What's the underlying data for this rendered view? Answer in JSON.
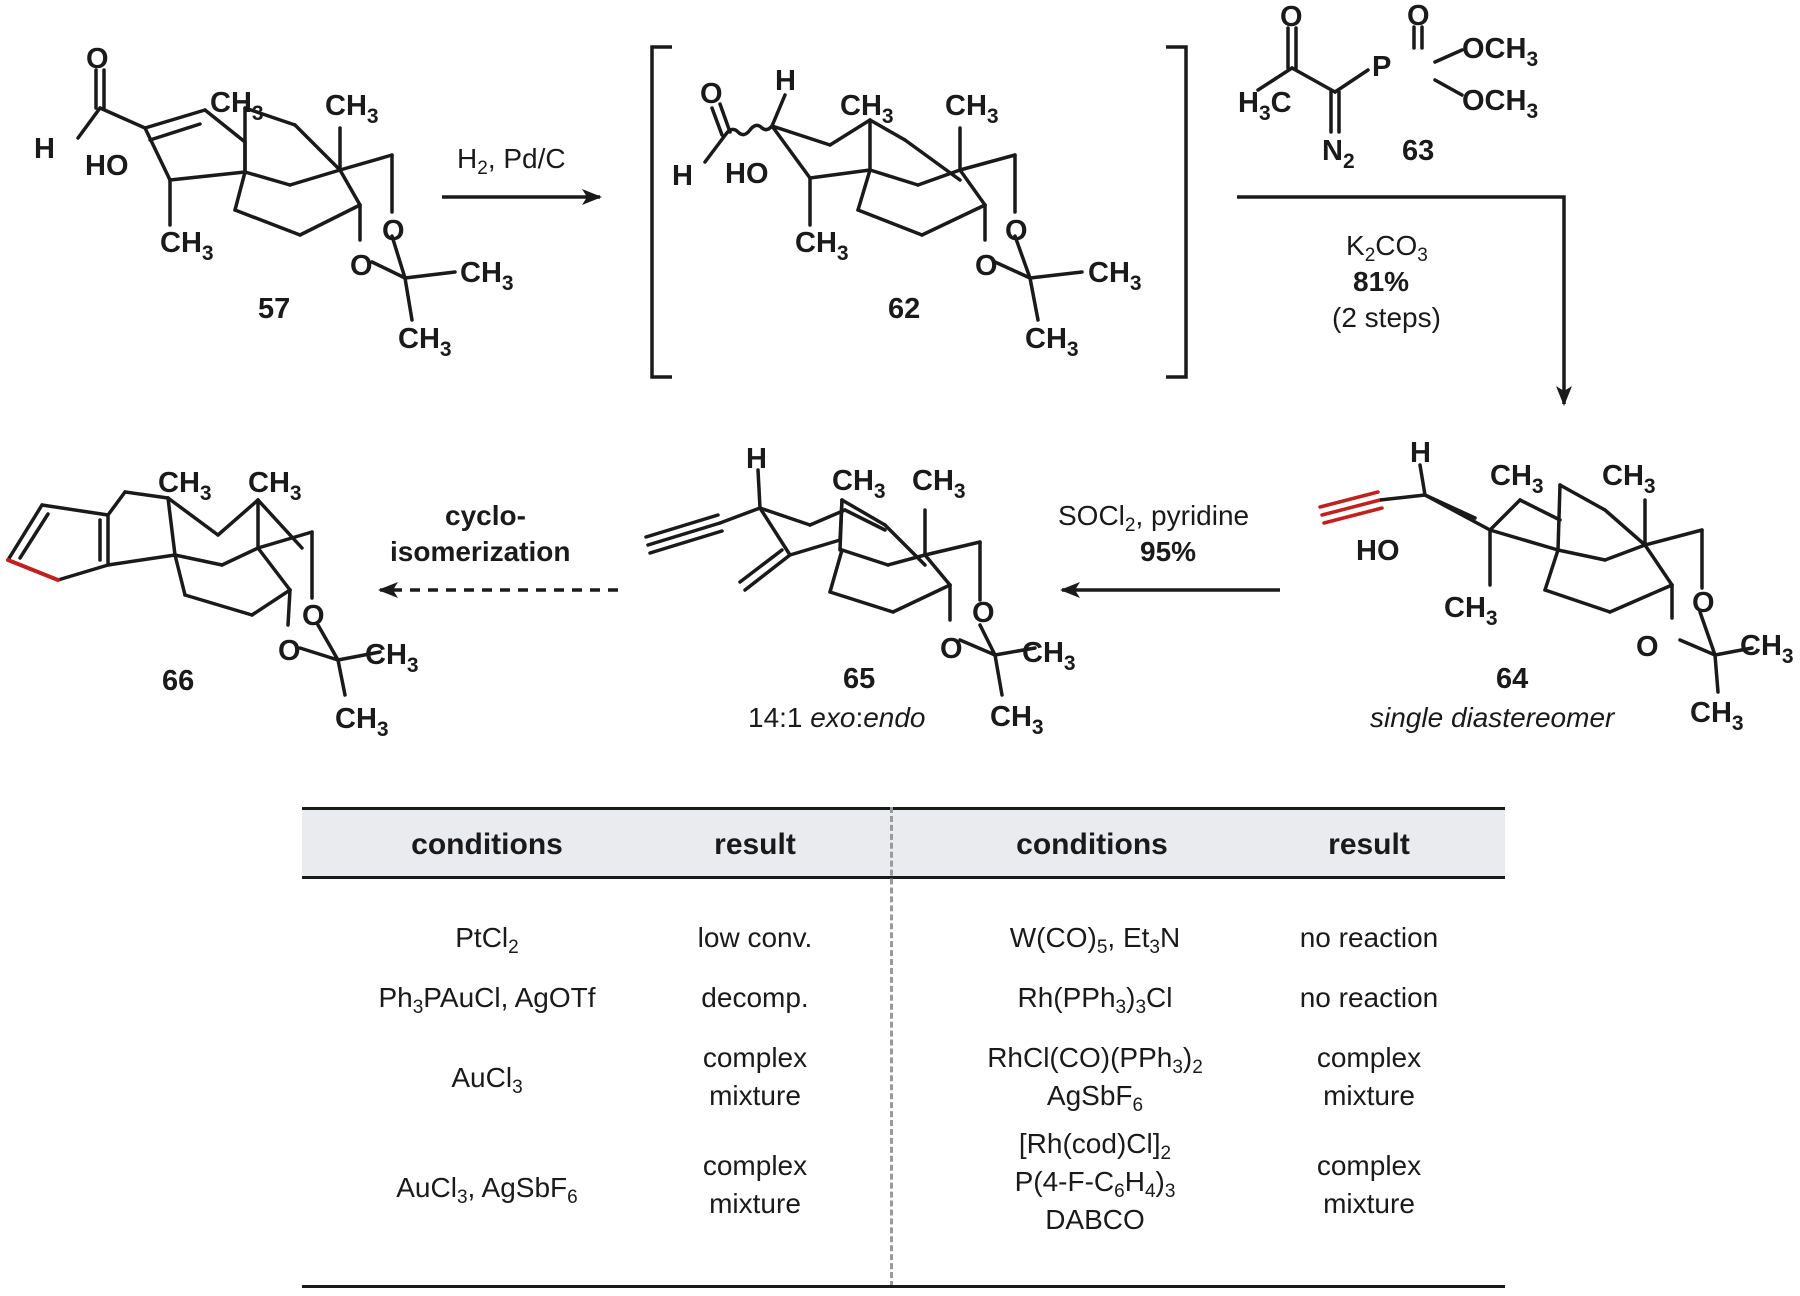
{
  "compounds": {
    "c57": {
      "label": "57"
    },
    "c62": {
      "label": "62"
    },
    "c63": {
      "label": "63"
    },
    "c64": {
      "label": "64",
      "note": "single diastereomer"
    },
    "c65": {
      "label": "65",
      "note_prefix": "14:1 ",
      "note_exo": "exo",
      "note_colon": ":",
      "note_endo": "endo"
    },
    "c66": {
      "label": "66"
    }
  },
  "atoms": {
    "O": "O",
    "H": "H",
    "HO": "HO",
    "CH": "CH",
    "H3C_H": "H",
    "H3C_C": "C",
    "N": "N",
    "P": "P",
    "OCH": "OCH",
    "sub3": "3",
    "sub2": "2"
  },
  "steps": {
    "step1": {
      "reagent": "H",
      "reagent_sub": "2",
      "reagent_rest": ", Pd/C"
    },
    "step2": {
      "reagent": "K",
      "reagent_sub1": "2",
      "reagent_mid": "CO",
      "reagent_sub2": "3",
      "yield": "81%",
      "note": "(2 steps)"
    },
    "step3": {
      "reagent": "SOCl",
      "reagent_sub": "2",
      "reagent_rest": ", pyridine",
      "yield": "95%"
    },
    "step4": {
      "line1": "cyclo-",
      "line2": "isomerization"
    }
  },
  "colors": {
    "ink": "#1a1a1a",
    "highlight": "#c0201e",
    "table_header": "#e9ebee",
    "divider": "#9a9a9a"
  },
  "table": {
    "headers": [
      "conditions",
      "result",
      "conditions",
      "result"
    ],
    "left_rows": [
      {
        "cond": [
          "PtCl",
          "2"
        ],
        "result": [
          "low conv."
        ]
      },
      {
        "cond": [
          "Ph",
          "3",
          "PAuCl, AgOTf"
        ],
        "result": [
          "decomp."
        ]
      },
      {
        "cond": [
          "AuCl",
          "3"
        ],
        "result": [
          "complex",
          "mixture"
        ]
      },
      {
        "cond": [
          "AuCl",
          "3",
          ", AgSbF",
          "6"
        ],
        "result": [
          "complex",
          "mixture"
        ]
      }
    ],
    "right_rows": [
      {
        "cond": [
          "W(CO)",
          "5",
          ", Et",
          "3",
          "N"
        ],
        "result": [
          "no reaction"
        ]
      },
      {
        "cond": [
          "Rh(PPh",
          "3",
          ")",
          "3",
          "Cl"
        ],
        "result": [
          "no reaction"
        ]
      },
      {
        "cond_lines": [
          [
            "RhCl(CO)(PPh",
            "3",
            ")",
            "2"
          ],
          [
            "AgSbF",
            "6"
          ]
        ],
        "result": [
          "complex",
          "mixture"
        ]
      },
      {
        "cond_lines": [
          [
            "[Rh(cod)Cl]",
            "2"
          ],
          [
            "P(4-F-C",
            "6",
            "H",
            "4",
            ")",
            "3"
          ],
          [
            "DABCO"
          ]
        ],
        "result": [
          "complex",
          "mixture"
        ]
      }
    ]
  }
}
